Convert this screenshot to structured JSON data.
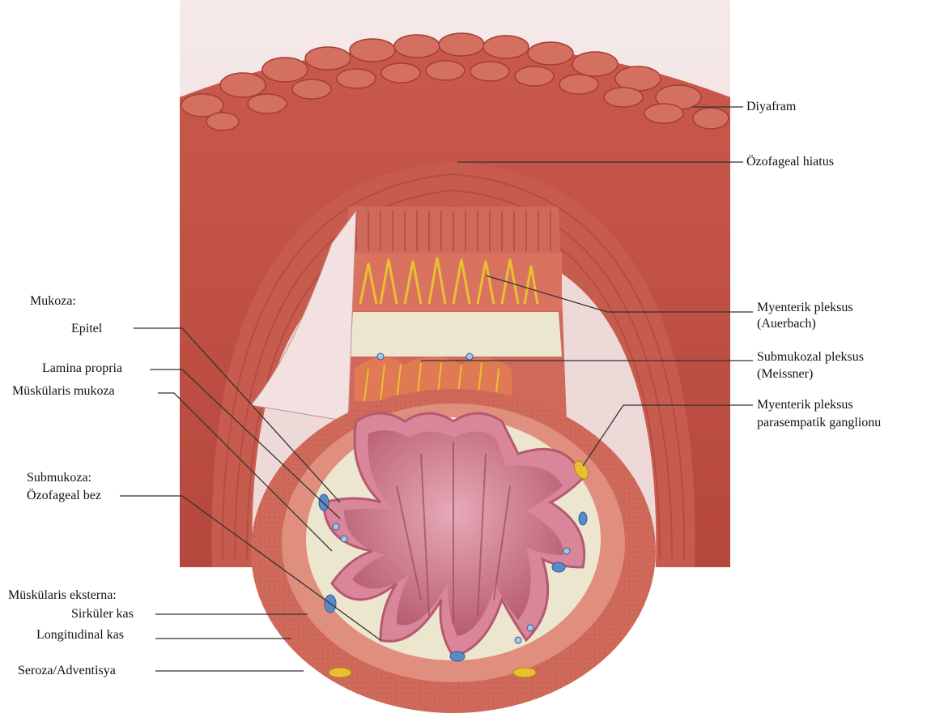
{
  "labels": {
    "diyafram": "Diyafram",
    "ozofageal_hiatus": "Özofageal hiatus",
    "myenterik_pleksus_line1": "Myenterik pleksus",
    "myenterik_pleksus_line2": "(Auerbach)",
    "submukozal_pleksus_line1": "Submukozal pleksus",
    "submukozal_pleksus_line2": "(Meissner)",
    "ganglion_line1": "Myenterik pleksus",
    "ganglion_line2": "parasempatik ganglionu",
    "mukoza": "Mukoza:",
    "epitel": "Epitel",
    "lamina_propria": "Lamina propria",
    "muskularis_mukoza": "Müskülaris mukoza",
    "submukoza": "Submukoza:",
    "ozofageal_bez": "Özofageal bez",
    "muskularis_eksterna": "Müskülaris eksterna:",
    "sirkuler_kas": "Sirküler kas",
    "longitudinal_kas": "Longitudinal kas",
    "seroza_adventisya": "Seroza/Adventisya"
  },
  "colors": {
    "muscle_dark": "#b8473c",
    "muscle": "#cf6a5a",
    "muscle_light": "#e59a8a",
    "submucosa": "#ece6cf",
    "mucosa_pink": "#d9869a",
    "lumen": "#c76b7e",
    "nerve_yellow": "#e8c030",
    "gland_blue": "#5a8ac8",
    "leader": "#333333"
  }
}
